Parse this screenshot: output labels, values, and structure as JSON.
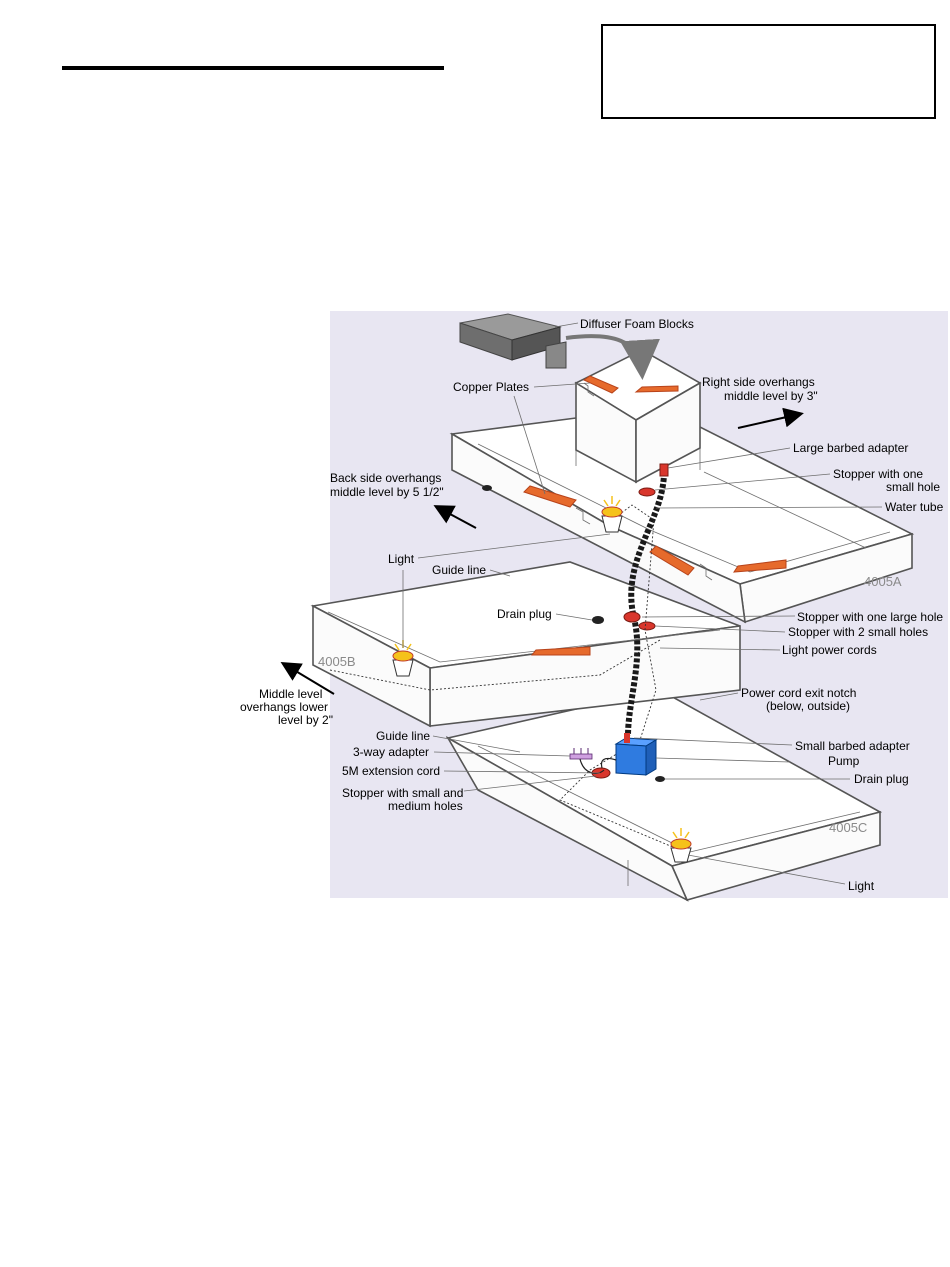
{
  "labels": {
    "diffuser": "Diffuser Foam Blocks",
    "copper_plates": "Copper Plates",
    "right_overhang_1": "Right side overhangs",
    "right_overhang_2": "middle level by 3\"",
    "large_barbed": "Large barbed adapter",
    "stopper_one_small_1": "Stopper with one",
    "stopper_one_small_2": "small hole",
    "water_tube": "Water tube",
    "back_overhang_1": "Back side overhangs",
    "back_overhang_2": "middle level by 5 1/2\"",
    "light_top": "Light",
    "guide_line_top": "Guide line",
    "drain_plug_mid": "Drain plug",
    "stopper_one_large": "Stopper with one large hole",
    "stopper_two_small": "Stopper with 2 small holes",
    "light_power_cords": "Light power cords",
    "middle_overhang_1": "Middle level",
    "middle_overhang_2": "overhangs lower",
    "middle_overhang_3": "level by 2\"",
    "power_cord_notch_1": "Power cord exit notch",
    "power_cord_notch_2": "(below, outside)",
    "guide_line_bottom": "Guide line",
    "three_way": "3-way adapter",
    "small_barbed": "Small barbed adapter",
    "pump": "Pump",
    "extension": "5M extension cord",
    "drain_plug_bottom": "Drain plug",
    "stopper_small_medium_1": "Stopper with small and",
    "stopper_small_medium_2": "medium holes",
    "light_bottom": "Light",
    "tank_a": "4005A",
    "tank_b": "4005B",
    "tank_c": "4005C"
  },
  "colors": {
    "background_panel": "#e8e6f2",
    "copper": "#e66a2c",
    "pump": "#2f7be0",
    "stopper": "#d9362c",
    "tube": "#1a1a1a",
    "light_glow": "#f5c21b"
  }
}
